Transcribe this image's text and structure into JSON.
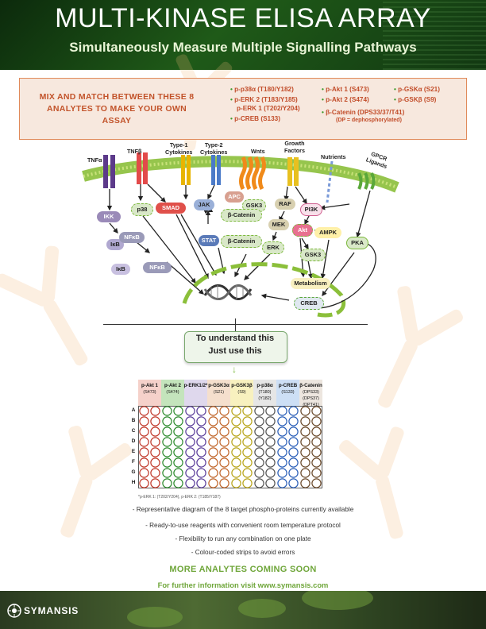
{
  "header": {
    "title": "MULTI-KINASE ELISA ARRAY",
    "subtitle": "Simultaneously Measure Multiple Signalling Pathways"
  },
  "mix": {
    "line1": "MIX AND MATCH BETWEEN THESE 8",
    "line2": "ANALYTES TO MAKE YOUR OWN ASSAY",
    "analytes": {
      "a1": "p-p38α (T180/Y182)",
      "a2": "p-ERK 2 (T183/Y185)",
      "a3": "p-ERK 1 (T202/Y204)",
      "a4": "p-CREB (S133)",
      "a5": "p-Akt 1 (S473)",
      "a6": "p-Akt 2 (S474)",
      "a7": "β-Catenin (DPS33/37/T41)",
      "a7note": "(DP = dephosphorylated)",
      "a8": "p-GSKα (S21)",
      "a9": "p-GSKβ (S9)"
    }
  },
  "pathway": {
    "receptors": {
      "tnfa": "TNFα",
      "tnfb": "TNFβ",
      "type1a": "Type-1",
      "type1b": "Cytokines",
      "type2a": "Type-2",
      "type2b": "Cytokines",
      "wnts": "Wnts",
      "growtha": "Growth",
      "growthb": "Factors",
      "nutrients": "Nutrients",
      "gpcra": "GPCR",
      "gpcrb": "Ligands"
    },
    "nodes": {
      "ikk": "IKK",
      "p38": "p38",
      "smad": "SMAD",
      "jak": "JAK",
      "apc": "APC",
      "gsk3a": "GSK3",
      "bcat1": "β-Catenin",
      "raf": "RAF",
      "pi3k": "PI3K",
      "ikb1": "IκB",
      "nfkb1": "NFκB",
      "ikb2": "IκB",
      "nfkb2": "NFκB",
      "stat": "STAT",
      "bcat2": "β-Catenin",
      "mek": "MEK",
      "erk": "ERK",
      "akt": "Akt",
      "ampk": "AMPK",
      "gsk3b": "GSK3",
      "pka": "PKA",
      "metabolism": "Metabolism",
      "creb": "CREB"
    }
  },
  "understand": {
    "line1": "To understand this",
    "line2": "Just use this"
  },
  "plate": {
    "columns": [
      {
        "name": "p-Akt 1",
        "site": "(S473)",
        "color": "#e89a8a"
      },
      {
        "name": "p-Akt 2",
        "site": "(S474)",
        "color": "#7cc46a"
      },
      {
        "name": "p-ERK1/2*",
        "site": "",
        "color": "#b9a8d8"
      },
      {
        "name": "p-GSK3α",
        "site": "(S21)",
        "color": "#e8b890"
      },
      {
        "name": "p-GSK3β",
        "site": "(S9)",
        "color": "#f0e070"
      },
      {
        "name": "p-p38α",
        "site": "(T180)",
        "site2": "(Y182)",
        "color": "#c8c8c8"
      },
      {
        "name": "p-CREB",
        "site": "(S133)",
        "color": "#90b8e8"
      },
      {
        "name": "β-Catenin",
        "site": "(DPS33)",
        "site2": "(DPS37)",
        "site3": "(DPT41)",
        "color": "#d8c8b8"
      }
    ],
    "rows": [
      "A",
      "B",
      "C",
      "D",
      "E",
      "F",
      "G",
      "H"
    ],
    "well_colors": [
      "#c0392b",
      "#2e8b2e",
      "#5a3d9a",
      "#c0662b",
      "#b8a51a",
      "#555555",
      "#2b5fb8",
      "#6b4a2b"
    ],
    "footnote": "*p-ERK 1: (T202/Y204), p-ERK 2: (T185/Y187)"
  },
  "bullets": {
    "b1": "- Representative diagram of the 8 target phospho-proteins currently available",
    "b2": "- Ready-to-use reagents with convenient room temperature protocol",
    "b3": "- Flexibility to run any combination on one plate",
    "b4": "- Colour-coded strips to avoid errors"
  },
  "more": "MORE ANALYTES COMING SOON",
  "info": "For further information visit www.symansis.com",
  "footer": {
    "logo": "SYMANSIS"
  },
  "colors": {
    "accent_green": "#6fa63a",
    "accent_orange": "#c24d2a",
    "header_green": "#1f5a18"
  }
}
